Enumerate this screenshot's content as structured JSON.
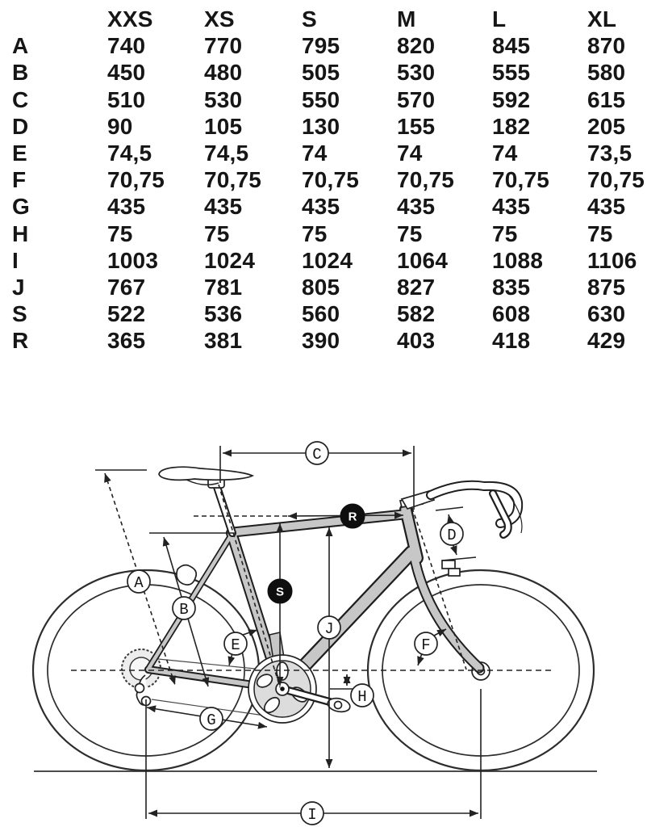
{
  "table": {
    "sizes": [
      "XXS",
      "XS",
      "S",
      "M",
      "L",
      "XL"
    ],
    "rows": [
      {
        "label": "A",
        "values": [
          "740",
          "770",
          "795",
          "820",
          "845",
          "870"
        ]
      },
      {
        "label": "B",
        "values": [
          "450",
          "480",
          "505",
          "530",
          "555",
          "580"
        ]
      },
      {
        "label": "C",
        "values": [
          "510",
          "530",
          "550",
          "570",
          "592",
          "615"
        ]
      },
      {
        "label": "D",
        "values": [
          "90",
          "105",
          "130",
          "155",
          "182",
          "205"
        ]
      },
      {
        "label": "E",
        "values": [
          "74,5",
          "74,5",
          "74",
          "74",
          "74",
          "73,5"
        ]
      },
      {
        "label": "F",
        "values": [
          "70,75",
          "70,75",
          "70,75",
          "70,75",
          "70,75",
          "70,75"
        ]
      },
      {
        "label": "G",
        "values": [
          "435",
          "435",
          "435",
          "435",
          "435",
          "435"
        ]
      },
      {
        "label": "H",
        "values": [
          "75",
          "75",
          "75",
          "75",
          "75",
          "75"
        ]
      },
      {
        "label": "I",
        "values": [
          "1003",
          "1024",
          "1024",
          "1064",
          "1088",
          "1106"
        ]
      },
      {
        "label": "J",
        "values": [
          "767",
          "781",
          "805",
          "827",
          "835",
          "875"
        ]
      },
      {
        "label": "S",
        "values": [
          "522",
          "536",
          "560",
          "582",
          "608",
          "630"
        ]
      },
      {
        "label": "R",
        "values": [
          "365",
          "381",
          "390",
          "403",
          "418",
          "429"
        ]
      }
    ]
  },
  "diagram": {
    "markers": {
      "A": "A",
      "B": "B",
      "C": "C",
      "D": "D",
      "E": "E",
      "F": "F",
      "G": "G",
      "H": "H",
      "I": "I",
      "J": "J",
      "S": "S",
      "R": "R"
    },
    "frame_color": "#c7c7c7",
    "ink_color": "#222222"
  }
}
